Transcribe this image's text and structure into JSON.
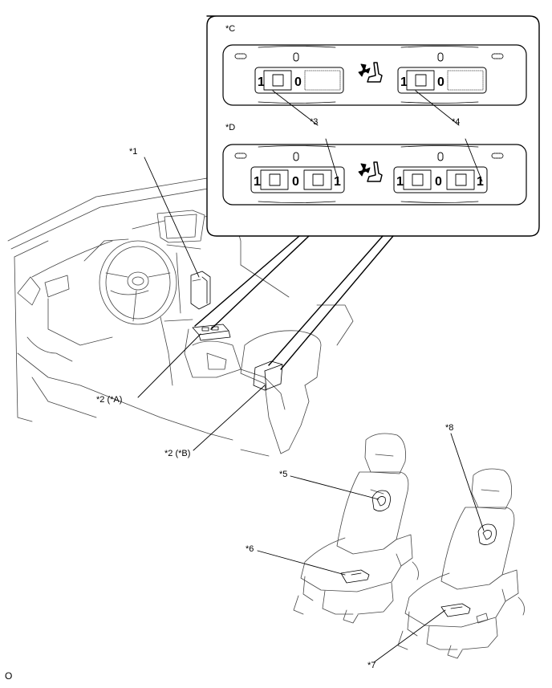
{
  "callouts": {
    "c1": "*1",
    "c2a": "*2 (*A)",
    "c2b": "*2 (*B)",
    "c3": "*3",
    "c4": "*4",
    "c5": "*5",
    "c6": "*6",
    "c7": "*7",
    "c8": "*8"
  },
  "panels": {
    "c_label": "*C",
    "d_label": "*D",
    "one": "1",
    "zero": "0"
  },
  "footer": {
    "code": "O"
  }
}
